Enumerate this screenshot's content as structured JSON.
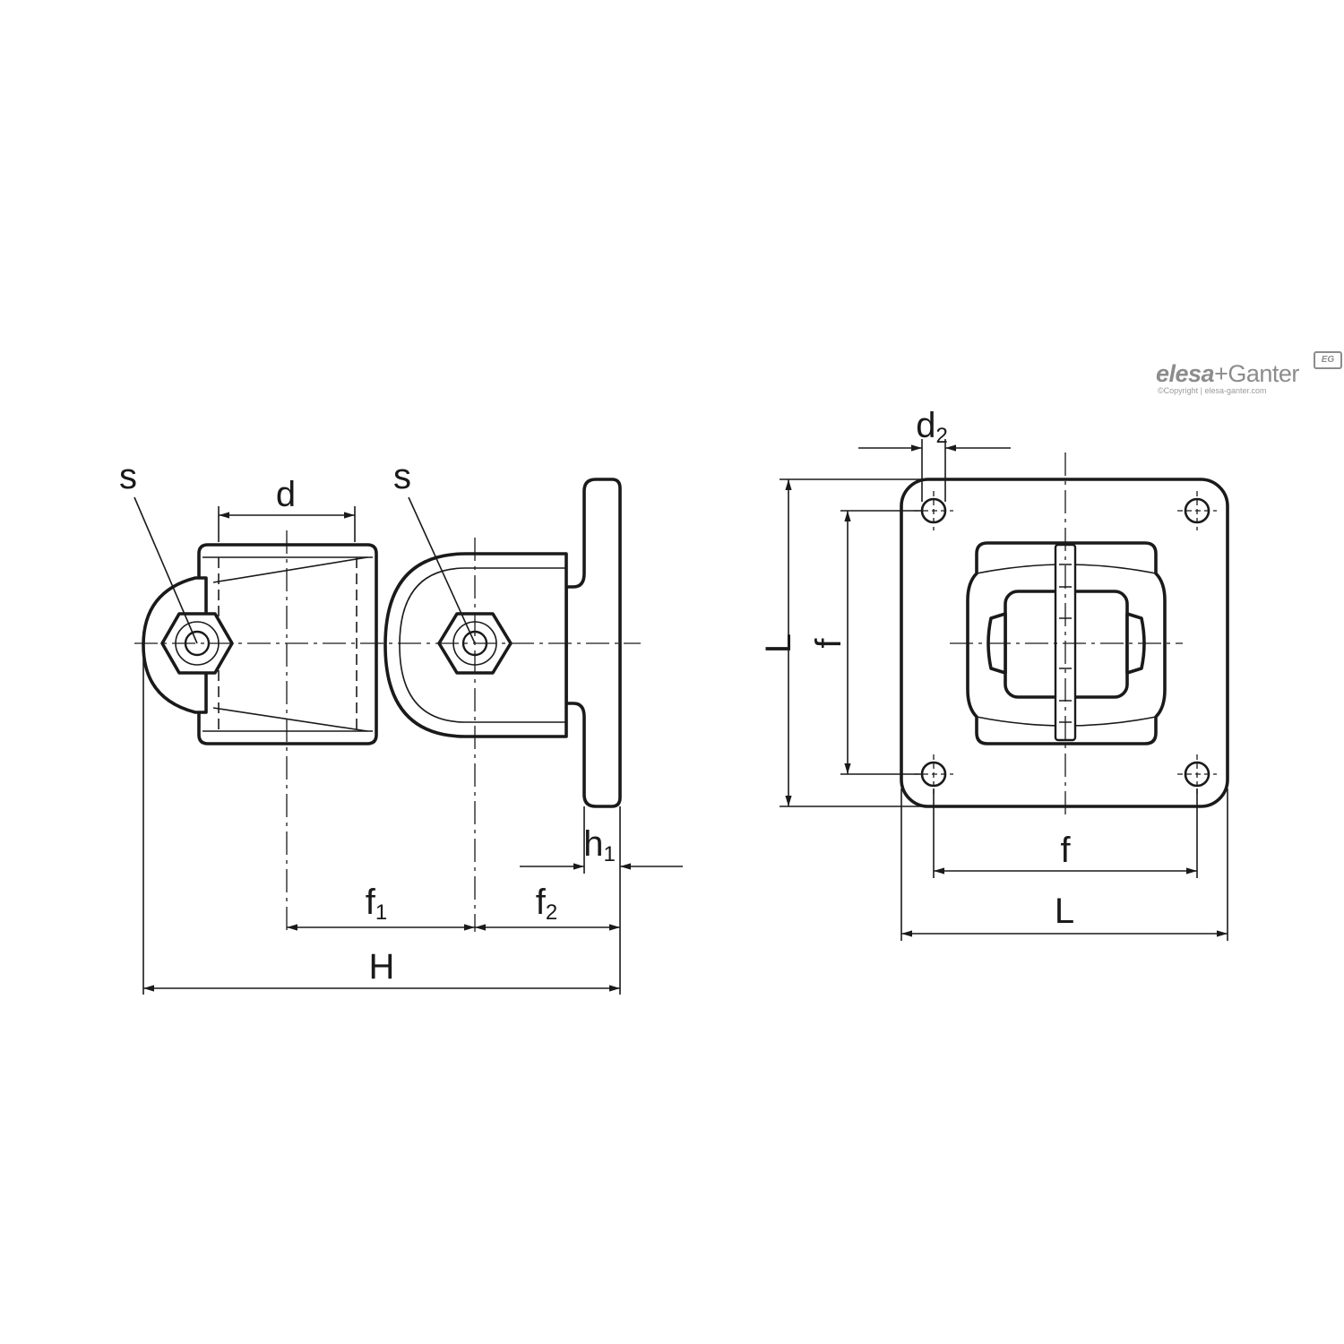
{
  "brand": {
    "name_part1": "elesa",
    "name_part2": "+Ganter",
    "copyright": "©Copyright | elesa-ganter.com",
    "badge": "EG",
    "color": "#8c8c8c"
  },
  "labels": {
    "s_left": "s",
    "s_right": "s",
    "d": "d",
    "H": "H",
    "f1_base": "f",
    "f1_index": "1",
    "f2_base": "f",
    "f2_index": "2",
    "h1_base": "h",
    "h1_index": "1",
    "d2_base": "d",
    "d2_index": "2",
    "L_vertical": "L",
    "f_vertical": "f",
    "f_horizontal": "f",
    "L_horizontal": "L"
  },
  "colors": {
    "line": "#1a1a1a",
    "background": "#ffffff"
  }
}
